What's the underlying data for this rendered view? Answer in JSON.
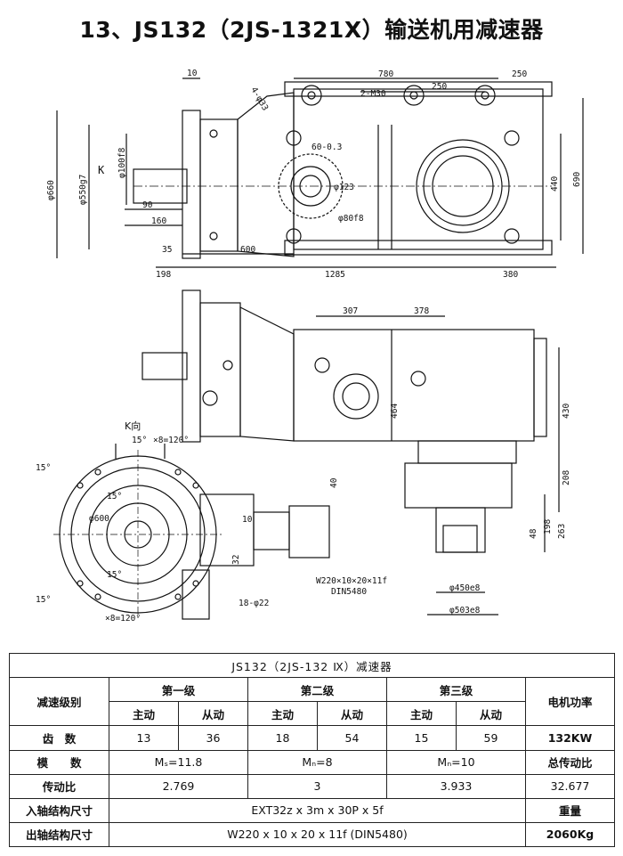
{
  "title": "13、JS132（2JS-1321X）输送机用减速器",
  "drawing": {
    "top_view_labels": {
      "d_10": "10",
      "d_4phi33": "4-φ33",
      "d_780": "780",
      "d_250a": "250",
      "d_2m30": "2-M30",
      "d_250b": "250",
      "d_phi100": "φ100f8",
      "d_phi660": "φ660",
      "d_phi550": "φ550g7",
      "d_k": "K",
      "d_60": "60-0.3",
      "d_phi123": "φ123",
      "d_90": "90",
      "d_160": "160",
      "d_phi80": "φ80f8",
      "d_440": "440",
      "d_690": "690",
      "d_35": "35",
      "d_600": "600",
      "d_198": "198",
      "d_1285": "1285",
      "d_380": "380"
    },
    "front_view_labels": {
      "d_307": "307",
      "d_378": "378",
      "d_430": "430",
      "d_464": "464",
      "d_40": "40",
      "d_208": "208",
      "d_48": "48",
      "d_198": "198",
      "d_263": "263",
      "d_spline": "W220×10×20×11f",
      "d_din": "DIN5480",
      "d_phi450": "φ450e8",
      "d_phi503": "φ503e8"
    },
    "k_view_labels": {
      "d_kview": "K向",
      "d_15a": "15°",
      "d_8x120a": "×8=120°",
      "d_15b": "15°",
      "d_15c": "15°",
      "d_phi600": "φ600",
      "d_10": "10",
      "d_32": "32",
      "d_15d": "15°",
      "d_18phi22": "18-φ22",
      "d_15e": "15°",
      "d_8x120b": "×8=120°"
    }
  },
  "table": {
    "caption": "JS132（2JS-132 Ⅸ）减速器",
    "col_stage": "减速级别",
    "stage1": "第一级",
    "stage2": "第二级",
    "stage3": "第三级",
    "motor_power": "电机功率",
    "driver": "主动",
    "driven": "从动",
    "teeth_label": "齿　数",
    "teeth": [
      "13",
      "36",
      "18",
      "54",
      "15",
      "59"
    ],
    "power_value": "132KW",
    "module_label": "模　　数",
    "module1": "Mₛ=11.8",
    "module2": "Mₙ=8",
    "module3": "Mₙ=10",
    "total_ratio_label": "总传动比",
    "ratio_label": "传动比",
    "ratio1": "2.769",
    "ratio2": "3",
    "ratio3": "3.933",
    "total_ratio_value": "32.677",
    "input_label": "入轴结构尺寸",
    "input_value": "EXT32z x 3m x 30P x 5f",
    "weight_label": "重量",
    "output_label": "出轴结构尺寸",
    "output_value": "W220 x 10 x 20 x 11f (DIN5480)",
    "weight_value": "2060Kg"
  }
}
